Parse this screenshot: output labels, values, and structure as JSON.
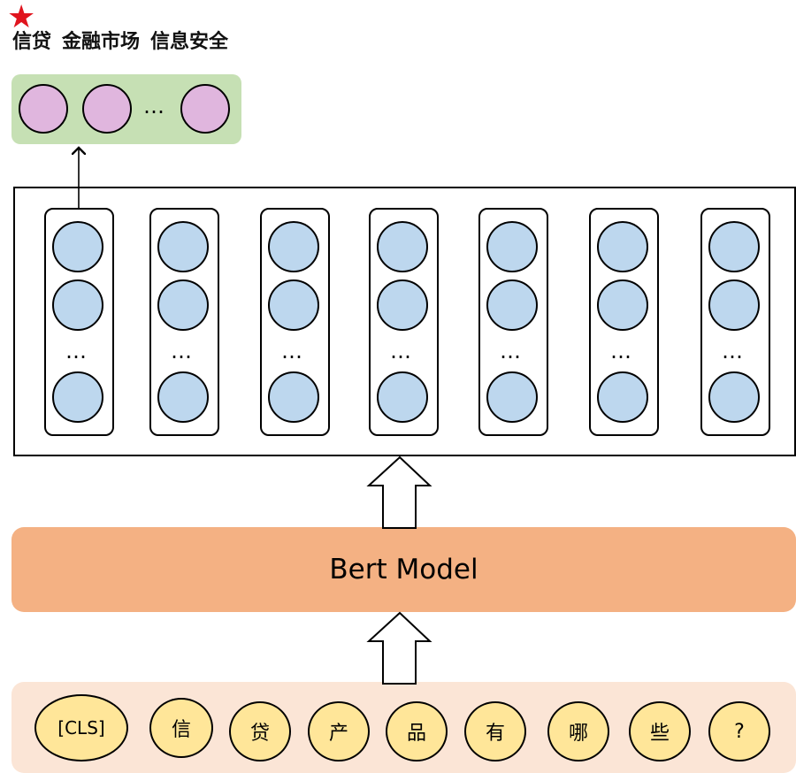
{
  "header": {
    "star_icon": "★",
    "labels": [
      "信贷",
      "金融市场",
      "信息安全"
    ]
  },
  "output_layer": {
    "ellipsis": "…"
  },
  "encoder_layer": {
    "column_count": 7,
    "ellipsis": "…"
  },
  "model": {
    "label": "Bert Model"
  },
  "input_tokens": [
    "[CLS]",
    "信",
    "贷",
    "产",
    "品",
    "有",
    "哪",
    "些",
    "?"
  ],
  "colors": {
    "star": "#e0141e",
    "output_bg": "#c6e0b4",
    "output_node": "#e0b6de",
    "encoder_node": "#bdd7ee",
    "model_bg": "#f4b183",
    "input_bg": "#fbe5d6",
    "token_bg": "#ffe699"
  }
}
